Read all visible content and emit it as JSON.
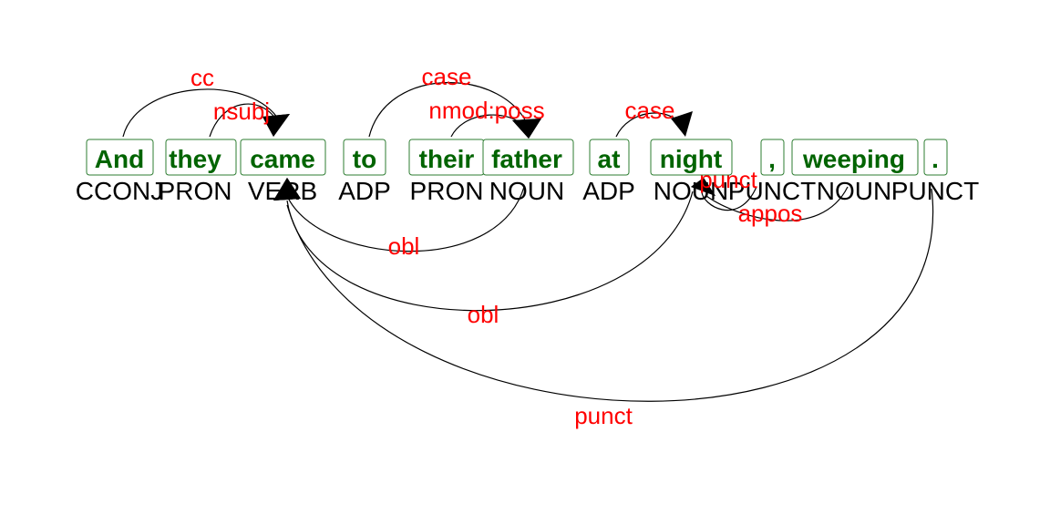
{
  "tokens": [
    {
      "word": "And",
      "pos": "CCONJ"
    },
    {
      "word": "they",
      "pos": "PRON"
    },
    {
      "word": "came",
      "pos": "VERB"
    },
    {
      "word": "to",
      "pos": "ADP"
    },
    {
      "word": "their",
      "pos": "PRON"
    },
    {
      "word": "father",
      "pos": "NOUN"
    },
    {
      "word": "at",
      "pos": "ADP"
    },
    {
      "word": "night",
      "pos": "NOUN"
    },
    {
      "word": ",",
      "pos": "PUNCT"
    },
    {
      "word": "weeping",
      "pos": "NOUN"
    },
    {
      "word": ".",
      "pos": "PUNCT"
    }
  ],
  "arcs": [
    {
      "from": 0,
      "to": 2,
      "label": "cc"
    },
    {
      "from": 1,
      "to": 2,
      "label": "nsubj"
    },
    {
      "from": 3,
      "to": 5,
      "label": "case"
    },
    {
      "from": 4,
      "to": 5,
      "label": "nmod:poss"
    },
    {
      "from": 6,
      "to": 7,
      "label": "case"
    },
    {
      "from": 5,
      "to": 2,
      "label": "obl"
    },
    {
      "from": 7,
      "to": 2,
      "label": "obl"
    },
    {
      "from": 10,
      "to": 2,
      "label": "punct"
    },
    {
      "from": 8,
      "to": 7,
      "label": "punct"
    },
    {
      "from": 9,
      "to": 7,
      "label": "appos"
    }
  ],
  "colors": {
    "word": "#006400",
    "box_border": "#2e7d32",
    "label": "#ff0000",
    "pos": "#000000",
    "arc": "#000000"
  }
}
